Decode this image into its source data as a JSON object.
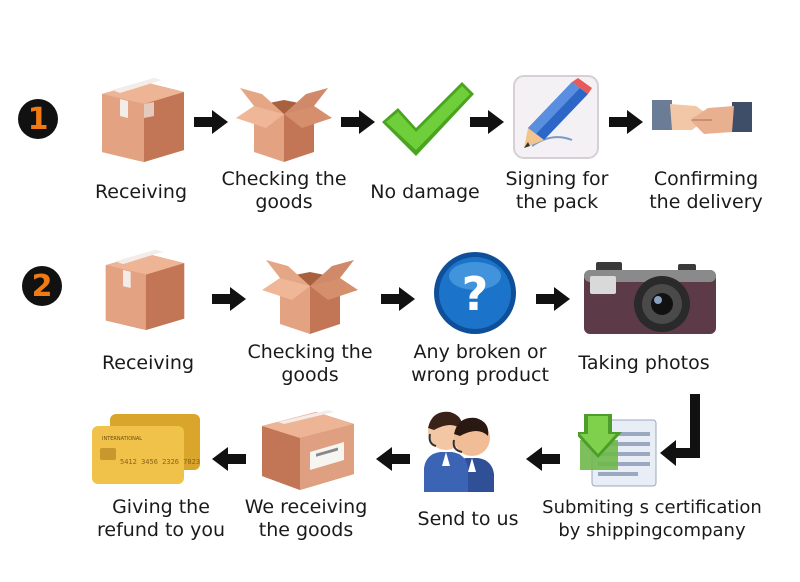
{
  "flow1": {
    "number": "1",
    "steps": [
      {
        "label_line1": "Receiving",
        "label_line2": "",
        "icon": "sealed-box-icon"
      },
      {
        "label_line1": "Checking the",
        "label_line2": "goods",
        "icon": "open-box-icon"
      },
      {
        "label_line1": "No damage",
        "label_line2": "",
        "icon": "green-checkmark-icon"
      },
      {
        "label_line1": "Signing for",
        "label_line2": "the pack",
        "icon": "pencil-signing-icon"
      },
      {
        "label_line1": "Confirming",
        "label_line2": "the delivery",
        "icon": "handshake-icon"
      }
    ]
  },
  "flow2": {
    "number": "2",
    "steps": [
      {
        "label_line1": "Receiving",
        "label_line2": "",
        "icon": "sealed-box-icon"
      },
      {
        "label_line1": "Checking the",
        "label_line2": "goods",
        "icon": "open-box-icon"
      },
      {
        "label_line1": "Any broken or",
        "label_line2": "wrong product",
        "icon": "question-mark-icon"
      },
      {
        "label_line1": "Taking photos",
        "label_line2": "",
        "icon": "camera-icon"
      },
      {
        "label_line1": "Submiting s certification",
        "label_line2": "by shippingcompany",
        "icon": "certificate-download-icon"
      },
      {
        "label_line1": "Send to us",
        "label_line2": "",
        "icon": "support-agents-icon"
      },
      {
        "label_line1": "We receiving",
        "label_line2": "the goods",
        "icon": "labeled-box-icon"
      },
      {
        "label_line1": "Giving the",
        "label_line2": "refund to you",
        "icon": "credit-cards-icon"
      }
    ]
  },
  "colors": {
    "number_badge_bg": "#111111",
    "number_text": "#f07a14",
    "box": "#d38d68",
    "check": "#58b82a",
    "question_blue": "#1b74c9",
    "arrow": "#111111"
  }
}
